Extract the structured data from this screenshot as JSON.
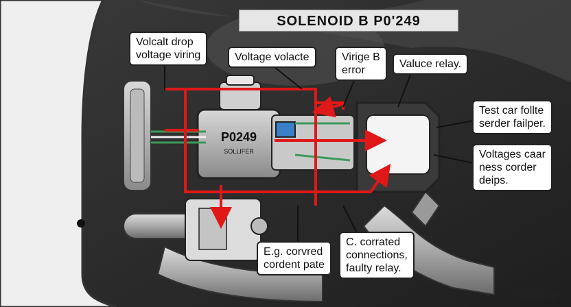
{
  "title": "SOLENOID B P0'249",
  "labels": {
    "voltage_drop": [
      "Volcalt drop",
      "voltage viring"
    ],
    "voltage_volacte": [
      "Voltage volacte"
    ],
    "virige_error": [
      "Virige B",
      "error"
    ],
    "valuce_relay": [
      "Valuce relay."
    ],
    "test_car": [
      "Test car follte",
      "serder failper."
    ],
    "voltages_caar": [
      "Voltages caar",
      "ness corder",
      "deips."
    ],
    "eg_corved": [
      "E.g. corvred",
      "cordent pate"
    ],
    "c_corrated": [
      "C. corrated",
      "connections,",
      "faulty relay."
    ]
  },
  "module": {
    "code": "P0249",
    "sub": "SOLLIFER"
  },
  "brand": "Ssollecty",
  "colors": {
    "wire": "#e01818",
    "background": "#2a2a2a",
    "label_bg": "#ffffff"
  }
}
